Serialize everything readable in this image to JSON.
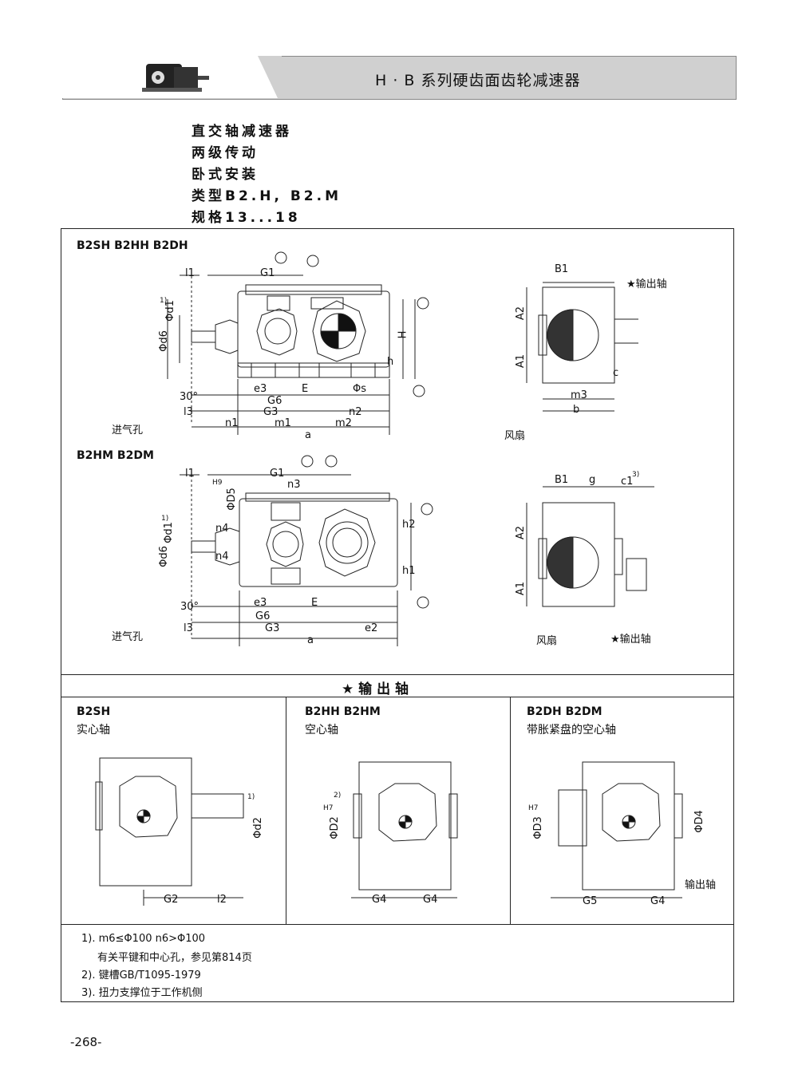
{
  "header": {
    "title": "H · B 系列硬齿面齿轮减速器"
  },
  "intro": [
    "直交轴减速器",
    "两级传动",
    "卧式安装",
    "类型B2.H, B2.M",
    "规格13...18"
  ],
  "section1": {
    "title": "B2SH B2HH B2DH",
    "dims": [
      "l1",
      "G1",
      "Φd1",
      "1)",
      "Φd6",
      "H",
      "h",
      "e3",
      "E",
      "Φs",
      "G6",
      "G3",
      "l3",
      "n1",
      "m1",
      "m2",
      "n2",
      "a",
      "30°"
    ],
    "inlet_label": "进气孔",
    "side": {
      "b1": "B1",
      "a2": "A2",
      "a1": "A1",
      "c": "c",
      "m3": "m3",
      "b": "b",
      "output": "★输出轴",
      "fan": "风扇"
    }
  },
  "section2": {
    "title": "B2HM B2DM",
    "dims": [
      "l1",
      "G1",
      "n3",
      "H9",
      "ΦD5",
      "Φd1",
      "1)",
      "n4",
      "n4",
      "Φd6",
      "h2",
      "h1",
      "e3",
      "E",
      "G6",
      "G3",
      "l3",
      "e2",
      "a",
      "30°"
    ],
    "inlet_label": "进气孔",
    "side": {
      "b1": "B1",
      "g": "g",
      "c1": "c1",
      "c1_note": "3)",
      "a2": "A2",
      "a1": "A1",
      "fan": "风扇",
      "output": "★输出轴"
    }
  },
  "output_shaft": {
    "title": "★ 输 出 轴",
    "cols": [
      {
        "name": "B2SH",
        "sub": "实心轴",
        "dims": [
          "Φd2",
          "1)",
          "G2",
          "l2"
        ]
      },
      {
        "name": "B2HH B2HM",
        "sub": "空心轴",
        "dims": [
          "ΦD2",
          "H7",
          "2)",
          "G4",
          "G4"
        ]
      },
      {
        "name": "B2DH B2DM",
        "sub": "带胀紧盘的空心轴",
        "dims": [
          "ΦD3",
          "H7",
          "ΦD4",
          "G5",
          "G4"
        ],
        "output": "输出轴"
      }
    ]
  },
  "notes": [
    "1). m6≤Φ100 n6>Φ100",
    "有关平键和中心孔，参见第814页",
    "2). 键槽GB/T1095-1979",
    "3). 扭力支撑位于工作机侧"
  ],
  "page_number": "-268-"
}
